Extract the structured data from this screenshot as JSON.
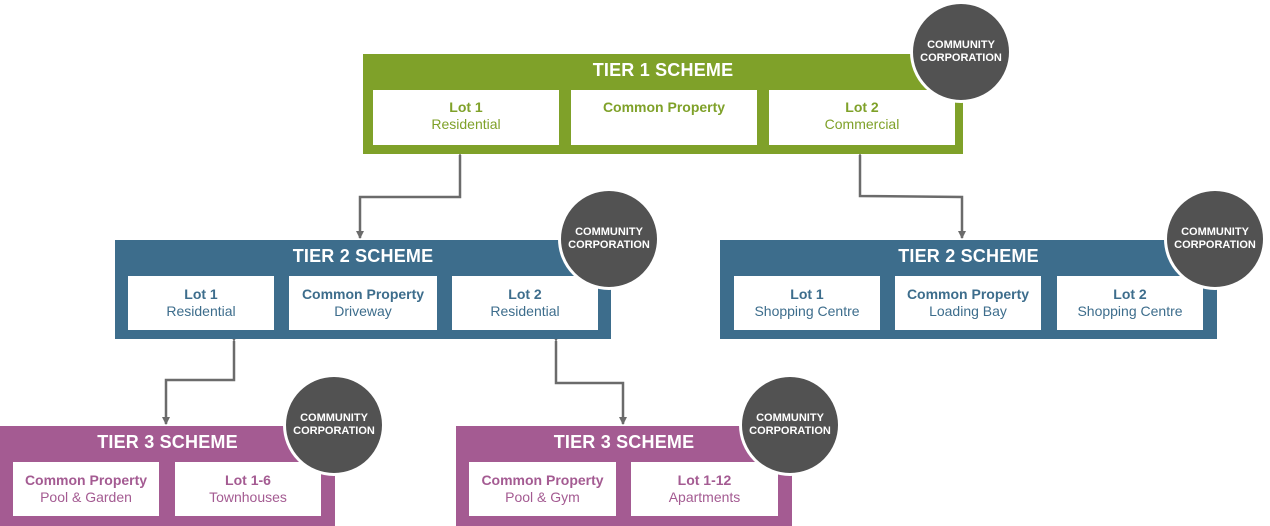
{
  "tier1": {
    "title": "TIER 1 SCHEME",
    "cells": [
      {
        "name": "Lot 1",
        "sub": "Residential"
      },
      {
        "name": "Common Property",
        "sub": ""
      },
      {
        "name": "Lot 2",
        "sub": "Commercial"
      }
    ]
  },
  "tier2_left": {
    "title": "TIER 2 SCHEME",
    "cells": [
      {
        "name": "Lot 1",
        "sub": "Residential"
      },
      {
        "name": "Common Property",
        "sub": "Driveway"
      },
      {
        "name": "Lot 2",
        "sub": "Residential"
      }
    ]
  },
  "tier2_right": {
    "title": "TIER 2 SCHEME",
    "cells": [
      {
        "name": "Lot 1",
        "sub": "Shopping Centre"
      },
      {
        "name": "Common Property",
        "sub": "Loading Bay"
      },
      {
        "name": "Lot 2",
        "sub": "Shopping Centre"
      }
    ]
  },
  "tier3_left": {
    "title": "TIER 3 SCHEME",
    "cells": [
      {
        "name": "Common Property",
        "sub": "Pool & Garden"
      },
      {
        "name": "Lot 1-6",
        "sub": "Townhouses"
      }
    ]
  },
  "tier3_right": {
    "title": "TIER 3 SCHEME",
    "cells": [
      {
        "name": "Common Property",
        "sub": "Pool & Gym"
      },
      {
        "name": "Lot 1-12",
        "sub": "Apartments"
      }
    ]
  },
  "corporation": {
    "line1": "COMMUNITY",
    "line2": "CORPORATION"
  },
  "colors": {
    "tier1": "#7fa129",
    "tier2": "#3d6d8c",
    "tier3": "#a45b92",
    "corporation": "#525252",
    "connector": "#6b6b6b"
  }
}
